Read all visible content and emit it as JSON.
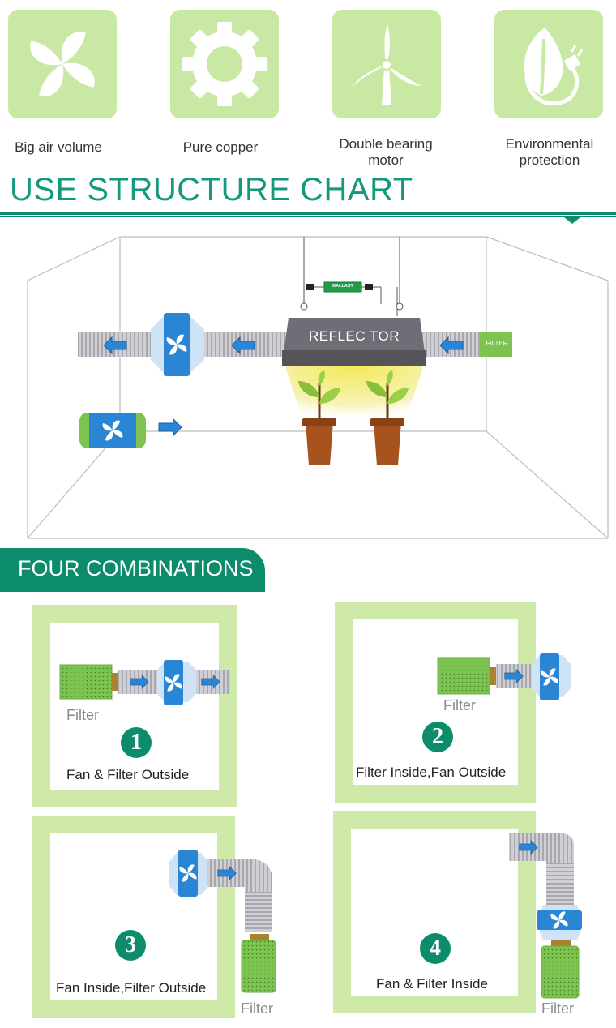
{
  "features": [
    {
      "label": "Big air volume",
      "icon": "pinwheel-fan-icon"
    },
    {
      "label": "Pure copper",
      "icon": "gear-icon"
    },
    {
      "label": "Double bearing\nmotor",
      "icon": "wind-turbine-icon"
    },
    {
      "label": "Environmental\nprotection",
      "icon": "leaf-plug-icon"
    }
  ],
  "structure": {
    "title": "USE STRUCTURE CHART",
    "reflector_label": "REFLEC TOR",
    "ballast_label": "BALLAST",
    "filter_label": "FILTER"
  },
  "combinations": {
    "title": "FOUR COMBINATIONS",
    "items": [
      {
        "number": "1",
        "caption": "Fan & Filter Outside",
        "filter_label": "Filter"
      },
      {
        "number": "2",
        "caption": "Filter Inside,Fan Outside",
        "filter_label": "Filter"
      },
      {
        "number": "3",
        "caption": "Fan Inside,Filter Outside",
        "filter_label": "Filter"
      },
      {
        "number": "4",
        "caption": "Fan & Filter Inside",
        "filter_label": "Filter"
      }
    ]
  },
  "colors": {
    "accent": "#14997e",
    "band": "#0d8c6c",
    "tile": "#c9e8a4",
    "fan_blue": "#2a86d4",
    "filter_green": "#7cc34f",
    "duct_gray": "#c9c9cf",
    "reflector": "#6e6e76",
    "light": "#f4ee80"
  }
}
